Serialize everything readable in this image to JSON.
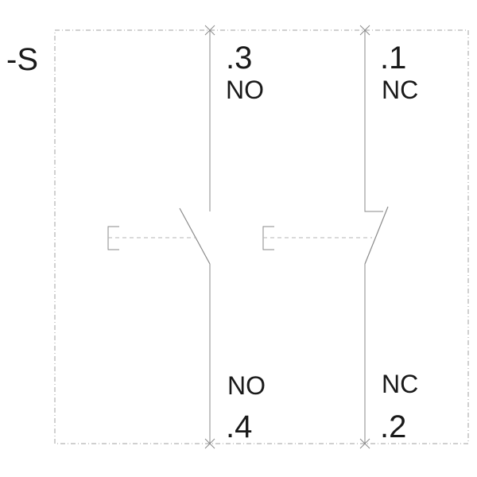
{
  "diagram": {
    "tag": "-S",
    "contacts": [
      {
        "id": "no",
        "type_label_top": "NO",
        "terminal_top": ".3",
        "type_label_bottom": "NO",
        "terminal_bottom": ".4"
      },
      {
        "id": "nc",
        "type_label_top": "NC",
        "terminal_top": ".1",
        "type_label_bottom": "NC",
        "terminal_bottom": ".2"
      }
    ],
    "colors": {
      "line": "#8a8a8a",
      "text": "#1a1a1a",
      "dash": "#b5b5b5"
    }
  }
}
